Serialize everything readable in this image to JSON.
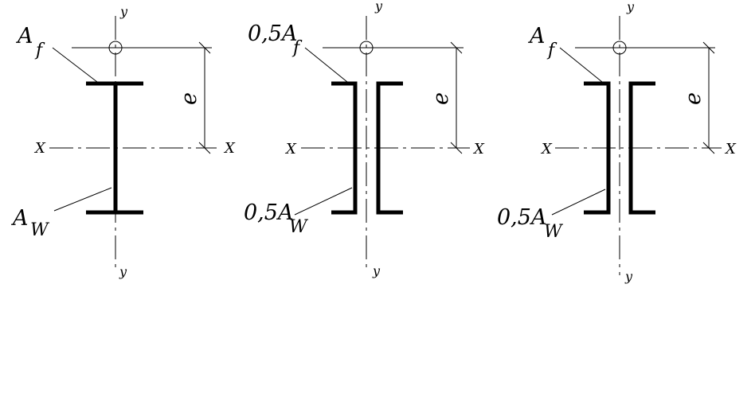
{
  "figures": [
    {
      "id": "i-section",
      "labels": {
        "flange_area": "A",
        "flange_sub": "f",
        "web_area": "A",
        "web_sub": "W"
      },
      "axes": {
        "x_left": "X",
        "x_right": "X",
        "y_top": "y",
        "y_bottom": "y"
      },
      "dimension": "e"
    },
    {
      "id": "double-channel-open",
      "labels": {
        "flange_area": "0,5A",
        "flange_sub": "f",
        "web_area": "0,5A",
        "web_sub": "W"
      },
      "axes": {
        "x_left": "X",
        "x_right": "X",
        "y_top": "y",
        "y_bottom": "y"
      },
      "dimension": "e"
    },
    {
      "id": "double-channel-close",
      "labels": {
        "flange_area": "A",
        "flange_sub": "f",
        "web_area": "0,5A",
        "web_sub": "W"
      },
      "axes": {
        "x_left": "X",
        "x_right": "X",
        "y_top": "y",
        "y_bottom": "y"
      },
      "dimension": "e"
    }
  ]
}
